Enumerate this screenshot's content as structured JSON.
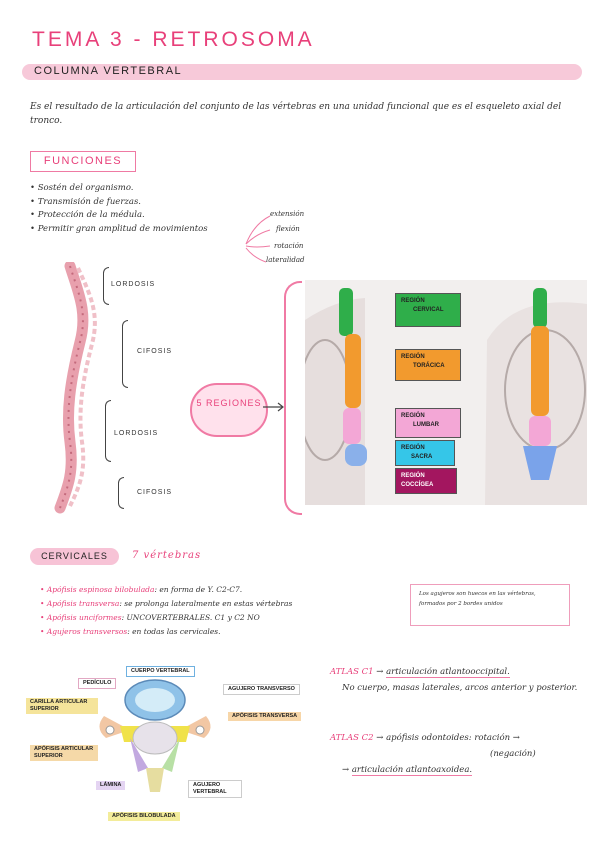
{
  "title": "TEMA 3 - RETROSOMA",
  "section_band": "COLUMNA VERTEBRAL",
  "intro": "Es el resultado de la articulación del conjunto de las vértebras en una unidad funcional que es el esqueleto axial del tronco.",
  "funciones": {
    "heading": "FUNCIONES",
    "items": [
      "Sostén del organismo.",
      "Transmisión de fuerzas.",
      "Protección de la médula.",
      "Permitir gran amplitud de movimientos"
    ],
    "movements": [
      "extensión",
      "flexión",
      "rotación",
      "lateralidad"
    ]
  },
  "spine_labels": [
    "LORDOSIS",
    "CIFOSIS",
    "LORDOSIS",
    "CIFOSIS"
  ],
  "regions_cloud": "5 REGIONES",
  "regions": [
    {
      "line1": "REGIÓN",
      "line2": "CERVICAL",
      "color": "#2fae4a"
    },
    {
      "line1": "REGIÓN",
      "line2": "TORÁCICA",
      "color": "#f29a2e"
    },
    {
      "line1": "REGIÓN",
      "line2": "LUMBAR",
      "color": "#f3a7d6"
    },
    {
      "line1": "REGIÓN",
      "line2": "SACRA",
      "color": "#35c6e8"
    },
    {
      "line1": "REGIÓN",
      "line2": "COCCÍGEA",
      "color": "#a3165f"
    }
  ],
  "cervicales": {
    "heading": "CERVICALES",
    "sub": "7 vértebras",
    "items": [
      {
        "term": "Apófisis espinosa bilobulada",
        "rest": ": en forma de Y. C2-C7."
      },
      {
        "term": "Apófisis transversa",
        "rest": ": se prolonga lateralmente en estas vértebras"
      },
      {
        "term": "Apófisis unciformes",
        "rest": ": UNCOVERTEBRALES. C1 y C2 NO"
      },
      {
        "term": "Agujeros transversos",
        "rest": ": en todas las cervicales."
      }
    ],
    "note": "Los agujeros son huecos en las vértebras, formados por 2 bordes unidos"
  },
  "vertebra_labels": {
    "cuerpo": "CUERPO VERTEBRAL",
    "pediculo": "PEDÍCULO",
    "carilla_sup": "CARILLA ARTICULAR SUPERIOR",
    "agujero_transverso": "AGUJERO TRANSVERSO",
    "apofisis_transversa": "APÓFISIS TRANSVERSA",
    "apofisis_art_sup": "APÓFISIS ARTICULAR SUPERIOR",
    "lamina": "LÁMINA",
    "agujero_vertebral": "AGUJERO VERTEBRAL",
    "apofisis_bilobulada": "APÓFISIS BILOBULADA"
  },
  "atlas": {
    "c1_label": "ATLAS C1",
    "c1_arrow": "articulación atlantooccipital.",
    "c1_desc": "No cuerpo, masas laterales, arcos anterior y posterior.",
    "c2_label": "ATLAS C2",
    "c2_text": "apófisis odontoides: rotación",
    "c2_paren": "(negación)",
    "c2_art": "articulación atlantoaxoidea."
  }
}
